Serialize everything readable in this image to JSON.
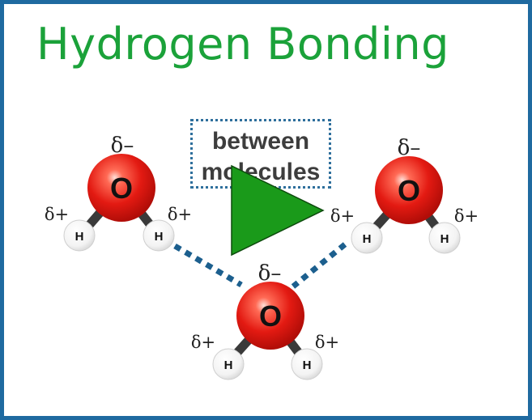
{
  "title": "Hydrogen Bonding",
  "label_box": {
    "line1": "between",
    "line2": "molecules"
  },
  "atoms": {
    "oxygen": "O",
    "hydrogen": "H"
  },
  "charges": {
    "delta_minus": "δ–",
    "delta_plus": "δ+"
  },
  "play_icon": "play-icon",
  "colors": {
    "title": "#1ba23a",
    "border": "#1f6aa0",
    "oxygen": "#e11b14",
    "bond_dots": "#1c5f8e",
    "play": "#1a9a1a"
  }
}
